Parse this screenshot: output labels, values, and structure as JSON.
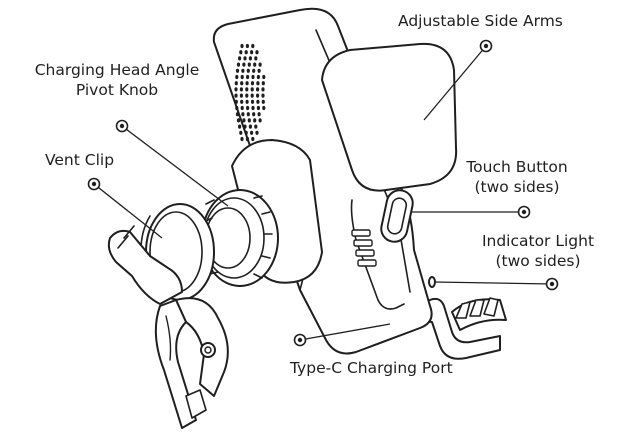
{
  "labels": {
    "side_arms": "Adjustable Side Arms",
    "pivot_knob_line1": "Charging Head Angle",
    "pivot_knob_line2": "Pivot Knob",
    "vent_clip": "Vent Clip",
    "touch_button_line1": "Touch Button",
    "touch_button_line2": "(two sides)",
    "indicator_light_line1": "Indicator Light",
    "indicator_light_line2": "(two sides)",
    "charging_port": "Type-C Charging Port"
  },
  "colors": {
    "line": "#1f1f1f",
    "fill": "#ffffff"
  }
}
